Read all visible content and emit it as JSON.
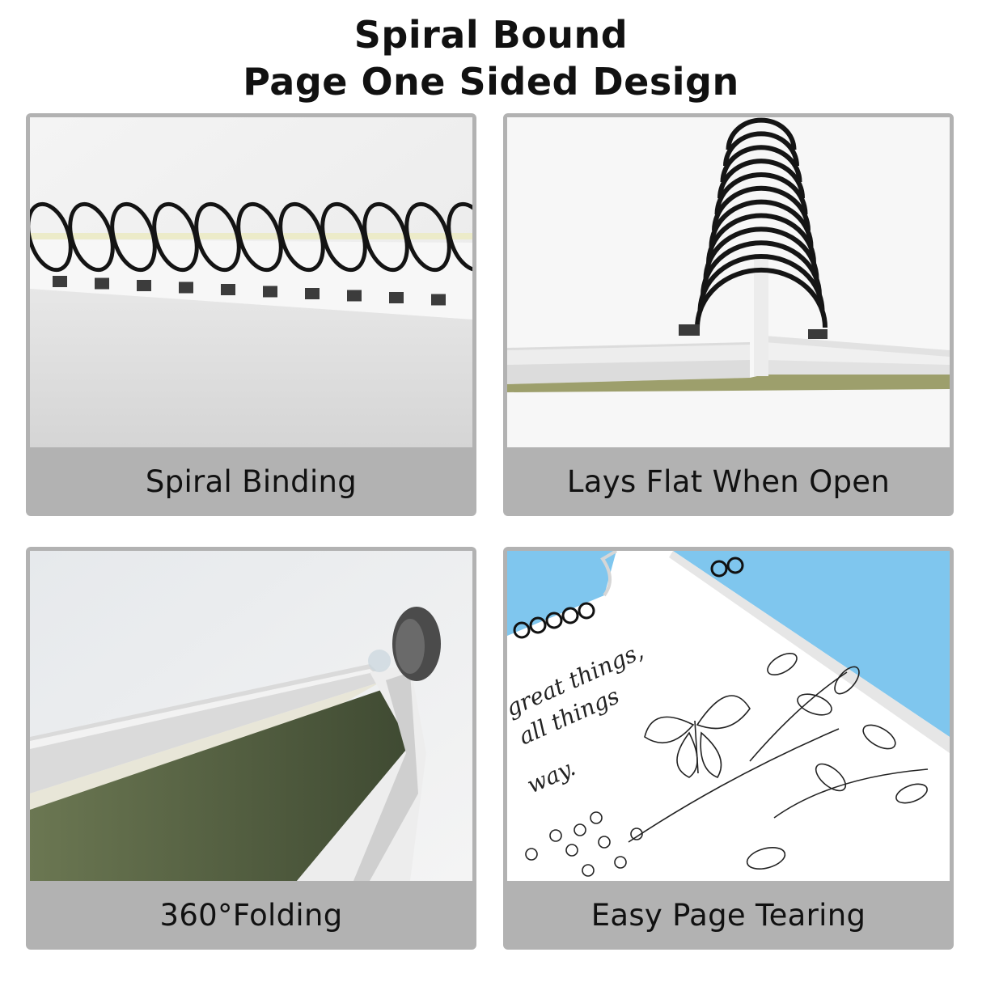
{
  "header": {
    "title_line1": "Spiral Bound",
    "title_line2": "Page One Sided Design"
  },
  "features": [
    {
      "caption": "Spiral Binding",
      "image": "spiral-binding-closeup"
    },
    {
      "caption": "Lays Flat When Open",
      "image": "open-book-lying-flat"
    },
    {
      "caption": "360°Folding",
      "image": "book-folded-back"
    },
    {
      "caption": "Easy Page Tearing",
      "image": "coloring-page-with-butterfly"
    }
  ],
  "page_art": {
    "quote_line1": "great things,",
    "quote_line2": "all things",
    "quote_line3": "way."
  },
  "colors": {
    "card_background": "#b2b2b2",
    "title_text": "#111111",
    "sky_blue": "#7fc6ee",
    "cover_green": "#5f6b48"
  }
}
